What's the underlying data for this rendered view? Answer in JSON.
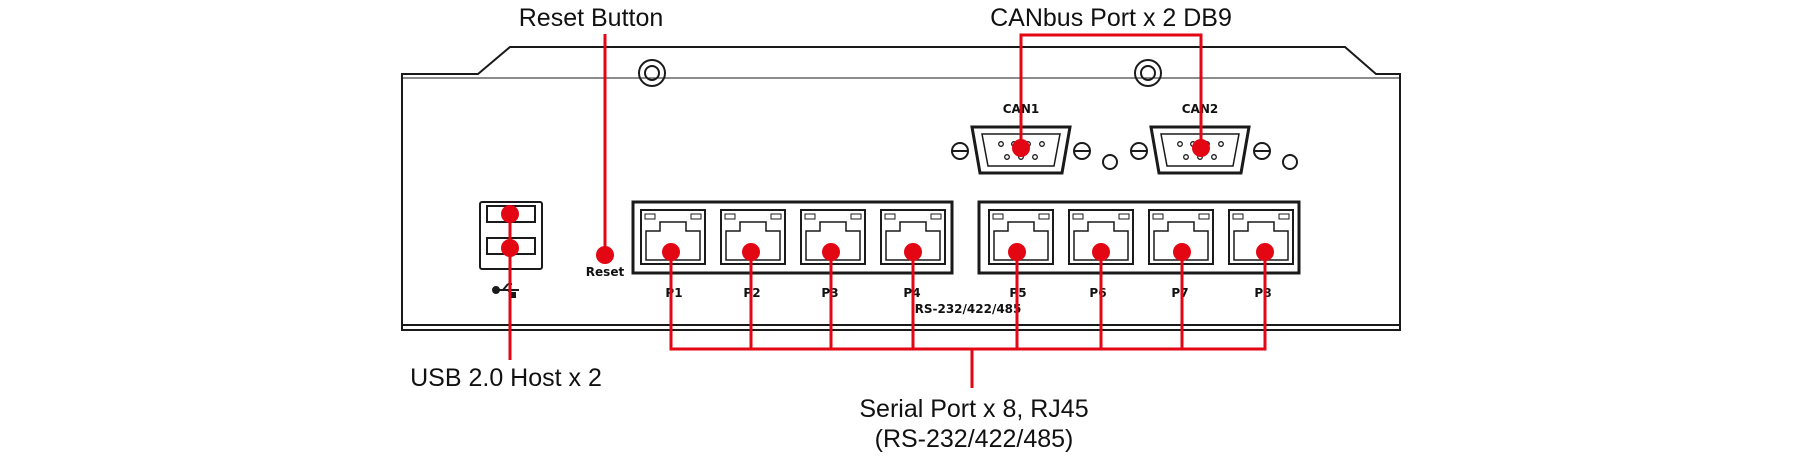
{
  "callouts": {
    "reset_button": "Reset Button",
    "canbus": "CANbus Port x 2 DB9",
    "usb": "USB 2.0 Host x 2",
    "serial_line1": "Serial Port x 8, RJ45",
    "serial_line2": "(RS-232/422/485)"
  },
  "panel": {
    "can1_label": "CAN1",
    "can2_label": "CAN2",
    "reset_label": "Reset",
    "rs_label": "RS-232/422/485",
    "port_labels": [
      "P1",
      "P2",
      "P3",
      "P4",
      "P5",
      "P6",
      "P7",
      "P8"
    ],
    "usb_symbol_icon": "usb-trident-icon"
  },
  "colors": {
    "leader": "#e30613",
    "outline": "#1a1a1a"
  }
}
